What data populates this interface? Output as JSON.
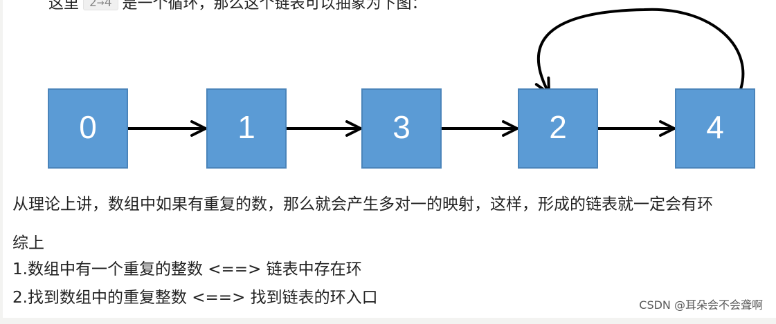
{
  "top_line": {
    "text_before": "这里",
    "code": "2→4",
    "text_after": "是一个循环，那么这个链表可以抽象为下图："
  },
  "diagram": {
    "nodes": [
      "0",
      "1",
      "3",
      "2",
      "4"
    ],
    "edges": [
      [
        "0",
        "1"
      ],
      [
        "1",
        "3"
      ],
      [
        "3",
        "2"
      ],
      [
        "2",
        "4"
      ],
      [
        "4",
        "2"
      ]
    ],
    "node_color": "#5b9bd5",
    "node_border": "#4a84ba",
    "label_color": "#ffffff",
    "arrow_color": "#000000"
  },
  "paragraphs": {
    "theory": "从理论上讲，数组中如果有重复的数，那么就会产生多对一的映射，这样，形成的链表就一定会有环",
    "summary": "综上",
    "point1": "1.数组中有一个重复的整数 <==> 链表中存在环",
    "point2": "2.找到数组中的重复整数 <==> 找到链表的环入口"
  },
  "watermark": "CSDN @耳朵会不会聋啊"
}
